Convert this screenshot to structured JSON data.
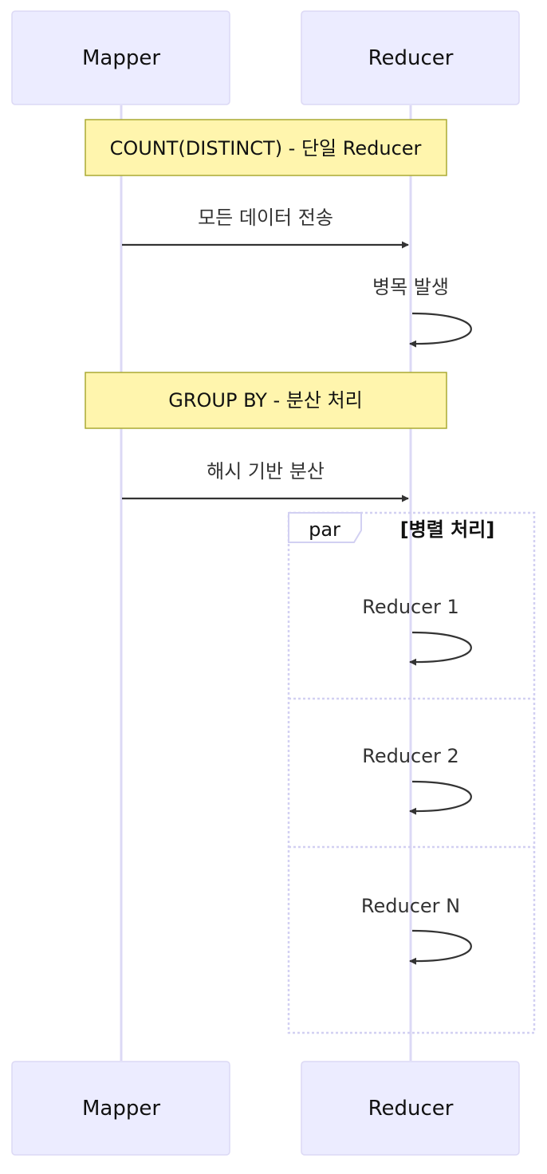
{
  "participants": {
    "mapper": "Mapper",
    "reducer": "Reducer"
  },
  "notes": {
    "count_distinct": "COUNT(DISTINCT) - 단일 Reducer",
    "group_by": "GROUP BY - 분산 처리"
  },
  "messages": {
    "send_all": "모든 데이터 전송",
    "bottleneck": "병목 발생",
    "hash_distribute": "해시 기반 분산"
  },
  "par_block": {
    "keyword": "par",
    "condition": "[병렬 처리]",
    "branches": [
      "Reducer 1",
      "Reducer 2",
      "Reducer N"
    ]
  },
  "colors": {
    "actor_fill": "#ECECFF",
    "actor_border": "#DCD9F5",
    "note_fill": "#FFF5AD",
    "note_border": "#AAAA33",
    "line": "#333333"
  }
}
